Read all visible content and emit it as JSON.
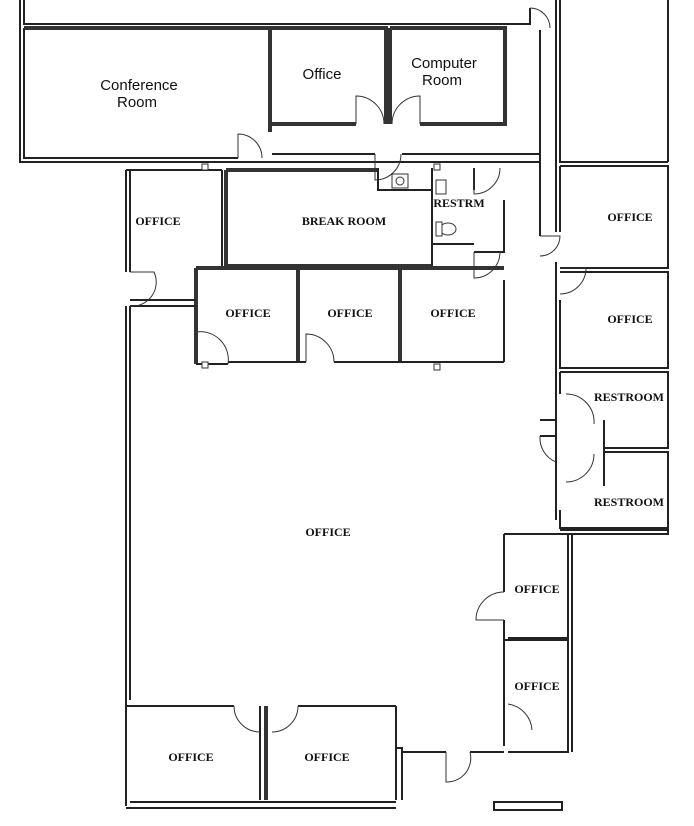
{
  "rooms": {
    "conference": {
      "line1": "Conference",
      "line2": "Room"
    },
    "office_top": "Office",
    "computer": {
      "line1": "Computer",
      "line2": "Room"
    },
    "office_left": "OFFICE",
    "break_room": "BREAK ROOM",
    "restrm": "RESTRM",
    "office_right_1": "OFFICE",
    "office_right_2": "OFFICE",
    "office_row_1": "OFFICE",
    "office_row_2": "OFFICE",
    "office_row_3": "OFFICE",
    "restroom_1": "RESTROOM",
    "restroom_2": "RESTROOM",
    "office_main": "OFFICE",
    "office_side_1": "OFFICE",
    "office_side_2": "OFFICE",
    "office_bottom_1": "OFFICE",
    "office_bottom_2": "OFFICE"
  }
}
